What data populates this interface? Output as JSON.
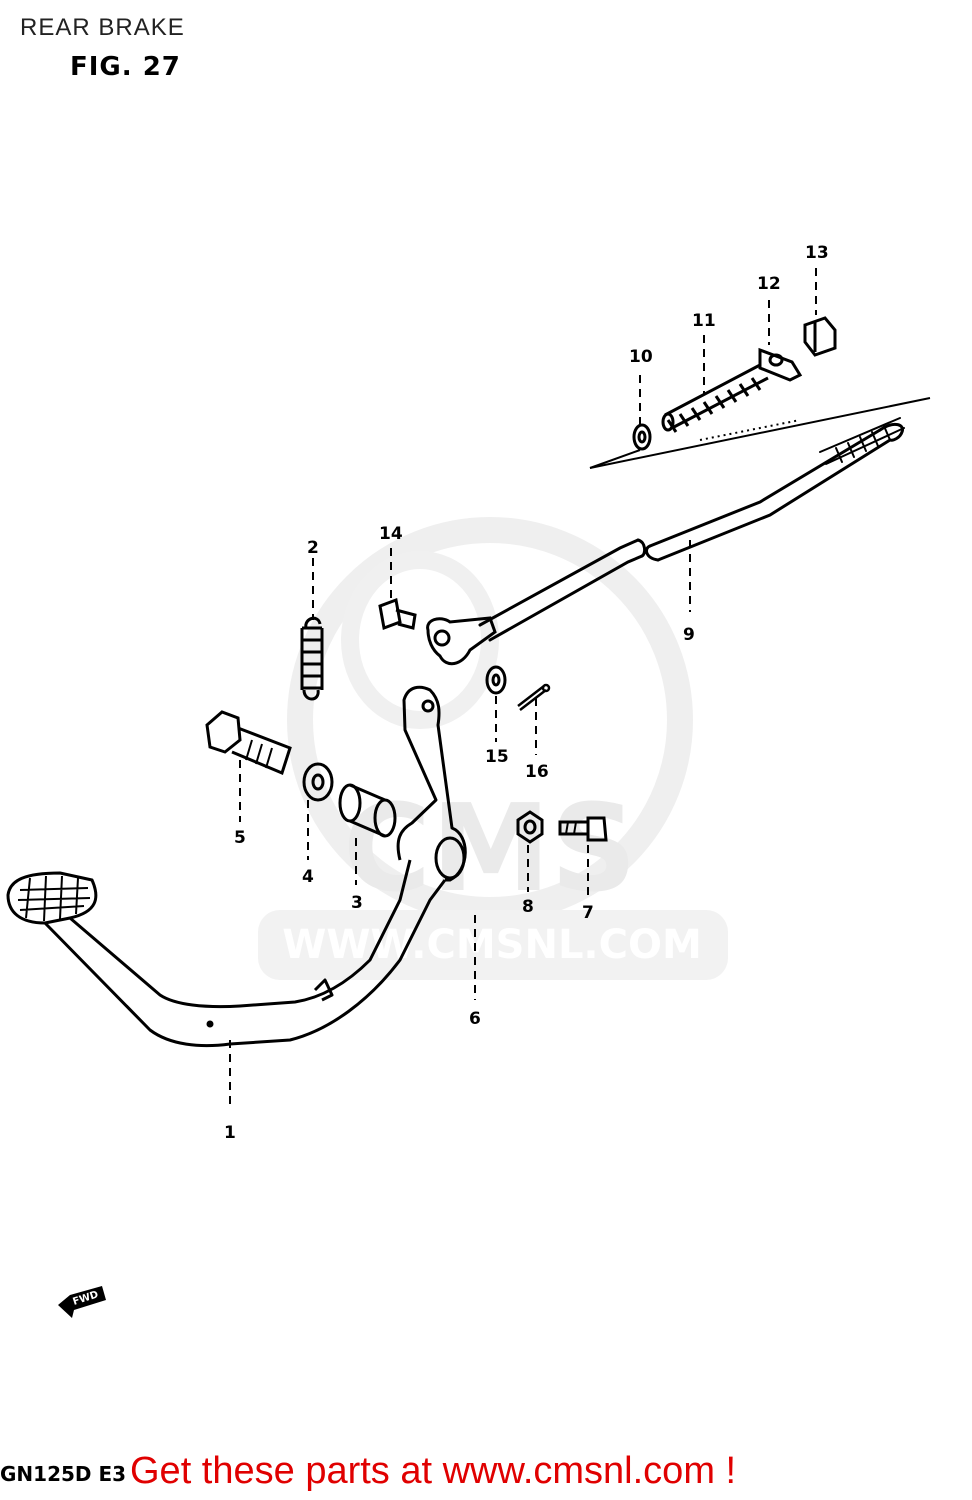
{
  "header": {
    "title": "REAR BRAKE",
    "figure": "FIG. 27"
  },
  "model_code": "GN125D E3",
  "footer": {
    "link_text": "Get these parts at www.cmsnl.com !"
  },
  "watermark": {
    "text": "WWW.CMSNL.COM",
    "logo_text": "CMS"
  },
  "direction_marker": {
    "label": "FWD",
    "icon": "arrow-left-icon"
  },
  "callouts": [
    {
      "number": "1"
    },
    {
      "number": "2"
    },
    {
      "number": "3"
    },
    {
      "number": "4"
    },
    {
      "number": "5"
    },
    {
      "number": "6"
    },
    {
      "number": "7"
    },
    {
      "number": "8"
    },
    {
      "number": "9"
    },
    {
      "number": "10"
    },
    {
      "number": "11"
    },
    {
      "number": "12"
    },
    {
      "number": "13"
    },
    {
      "number": "14"
    },
    {
      "number": "15"
    },
    {
      "number": "16"
    }
  ]
}
